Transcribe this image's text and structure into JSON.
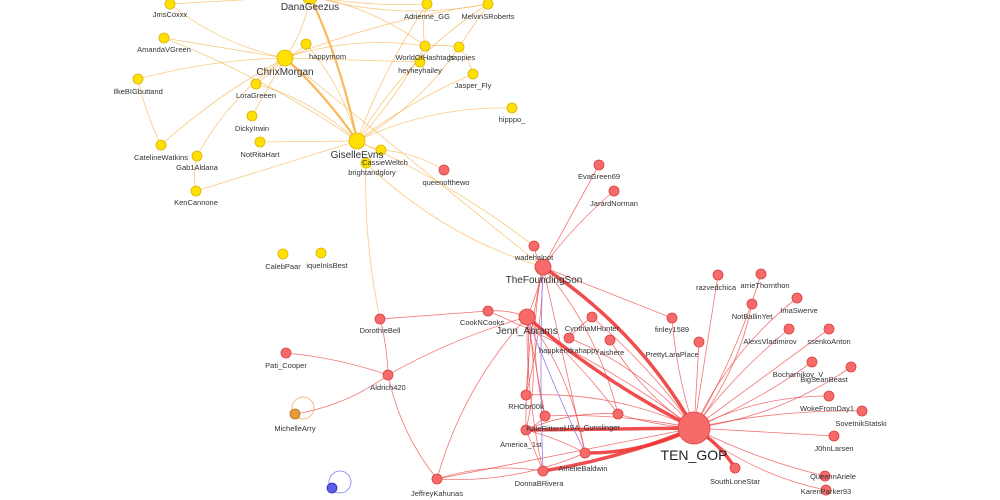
{
  "colors": {
    "yellow_fill": "#ffe000",
    "yellow_stroke": "#d9b400",
    "yellow_edge": "#f7b24a",
    "red_fill": "#f76a6a",
    "red_stroke": "#d94040",
    "red_edge": "#ee3a3a",
    "orange_fill": "#e89a3a",
    "blue_fill": "#5c5ce8",
    "purple_edge": "#9a7ae8"
  },
  "nodes": [
    {
      "id": "JmsCoxxx",
      "label": "JmsCoxxx",
      "group": "yellow",
      "size": "s"
    },
    {
      "id": "DanaGeezus",
      "label": "DanaGeezus",
      "group": "yellow",
      "size": "m"
    },
    {
      "id": "Adrienne_GG",
      "label": "Adrienne_GG",
      "group": "yellow",
      "size": "s"
    },
    {
      "id": "MelvinSRoberts",
      "label": "MelvinSRoberts",
      "group": "yellow",
      "size": "s"
    },
    {
      "id": "AmandaVGreen",
      "label": "AmandaVGreen",
      "group": "yellow",
      "size": "s"
    },
    {
      "id": "happymom",
      "label": "happymom",
      "group": "yellow",
      "size": "s"
    },
    {
      "id": "ChrixMorgan",
      "label": "ChrixMorgan",
      "group": "yellow",
      "size": "m"
    },
    {
      "id": "WorldOfHashtags",
      "label": "WorldOfHashtags",
      "group": "yellow",
      "size": "s"
    },
    {
      "id": "happies",
      "label": "happies",
      "group": "yellow",
      "size": "s"
    },
    {
      "id": "heyheyhailey",
      "label": "heyheyhailey",
      "group": "yellow",
      "size": "s"
    },
    {
      "id": "IlkeBIGbuttand",
      "label": "IlkeBIGbuttand",
      "group": "yellow",
      "size": "s"
    },
    {
      "id": "LoraGreeen",
      "label": "LoraGreeen",
      "group": "yellow",
      "size": "s"
    },
    {
      "id": "Jasper_Fly",
      "label": "Jasper_Fly",
      "group": "yellow",
      "size": "s"
    },
    {
      "id": "hippo_",
      "label": "hipppo_",
      "group": "yellow",
      "size": "s"
    },
    {
      "id": "DickyIrwin",
      "label": "DickyIrwin",
      "group": "yellow",
      "size": "s"
    },
    {
      "id": "NotRitaHart",
      "label": "NotRitaHart",
      "group": "yellow",
      "size": "s"
    },
    {
      "id": "GiselleEvns",
      "label": "GiselleEvns",
      "group": "yellow",
      "size": "m"
    },
    {
      "id": "CassieWeltch",
      "label": "CassieWeltch",
      "group": "yellow",
      "size": "s"
    },
    {
      "id": "CatelineWatkins",
      "label": "CatelineWatkins",
      "group": "yellow",
      "size": "s"
    },
    {
      "id": "Gab1Aldana",
      "label": "Gab1Aldana",
      "group": "yellow",
      "size": "s"
    },
    {
      "id": "brightandglory",
      "label": "brightandglory",
      "group": "yellow",
      "size": "s"
    },
    {
      "id": "KenCannone",
      "label": "KenCannone",
      "group": "yellow",
      "size": "s"
    },
    {
      "id": "CalebPaar",
      "label": "CalebPaar",
      "group": "yellow",
      "size": "s"
    },
    {
      "id": "iqueInIsBest",
      "label": "iqueInIsBest",
      "group": "yellow",
      "size": "s"
    },
    {
      "id": "queenofthewo",
      "label": "queenofthewo",
      "group": "red",
      "size": "s"
    },
    {
      "id": "EvaGreen69",
      "label": "EvaGreen69",
      "group": "red",
      "size": "s"
    },
    {
      "id": "JarardNorman",
      "label": "JarardNorman",
      "group": "red",
      "size": "s"
    },
    {
      "id": "wadehalnot",
      "label": "wadehalnot",
      "group": "red",
      "size": "s"
    },
    {
      "id": "TheFoundingSon",
      "label": "TheFoundingSon",
      "group": "red",
      "size": "m"
    },
    {
      "id": "razvedchica",
      "label": "razvedchica",
      "group": "red",
      "size": "s"
    },
    {
      "id": "arrieThornthon",
      "label": "arrieThornthon",
      "group": "red",
      "size": "s"
    },
    {
      "id": "NotBallinYet",
      "label": "NotBallinYet",
      "group": "red",
      "size": "s"
    },
    {
      "id": "ImaSwerve",
      "label": "ImaSwerve",
      "group": "red",
      "size": "s"
    },
    {
      "id": "DorothieBell",
      "label": "DorothieBell",
      "group": "red",
      "size": "s"
    },
    {
      "id": "CookNCooks",
      "label": "CookNCooks",
      "group": "red",
      "size": "s"
    },
    {
      "id": "Jenn_Abrams",
      "label": "Jenn_Abrams",
      "group": "red",
      "size": "m"
    },
    {
      "id": "CynthiaMHunter",
      "label": "CynthiaMHunter",
      "group": "red",
      "size": "s"
    },
    {
      "id": "finley1589",
      "label": "finley1589",
      "group": "red",
      "size": "s"
    },
    {
      "id": "AlexsVladimirov",
      "label": "AlexsVladimirov",
      "group": "red",
      "size": "s"
    },
    {
      "id": "ssenkoAnton",
      "label": "ssenkoAnton",
      "group": "red",
      "size": "s"
    },
    {
      "id": "happkendrahappy",
      "label": "happkendrahappy",
      "group": "red",
      "size": "s"
    },
    {
      "id": "aishere",
      "label": "aishere",
      "group": "red",
      "size": "s"
    },
    {
      "id": "PrettyLaraPlace",
      "label": "PrettyLaraPlace",
      "group": "red",
      "size": "s"
    },
    {
      "id": "Pati_Cooper",
      "label": "Pati_Cooper",
      "group": "red",
      "size": "s"
    },
    {
      "id": "Bocharnikov_V",
      "label": "Bocharnikov_V",
      "group": "red",
      "size": "s"
    },
    {
      "id": "BigSeanBeast",
      "label": "BigSeanBeast",
      "group": "red",
      "size": "s"
    },
    {
      "id": "Aldrich420",
      "label": "Aldrich420",
      "group": "red",
      "size": "s"
    },
    {
      "id": "MichelleArry",
      "label": "MichelleArry",
      "group": "orange",
      "size": "s"
    },
    {
      "id": "RHObr00k",
      "label": "RHObr00k",
      "group": "red",
      "size": "s"
    },
    {
      "id": "WokeFromDay1",
      "label": "WokeFromDay1",
      "group": "red",
      "size": "s"
    },
    {
      "id": "SovetnikStatski",
      "label": "SovetnikStatski",
      "group": "red",
      "size": "s"
    },
    {
      "id": "KateRitterm",
      "label": "KateRitterm",
      "group": "red",
      "size": "s"
    },
    {
      "id": "USA_Gunslinger",
      "label": "USA_Gunslinger",
      "group": "red",
      "size": "s"
    },
    {
      "id": "America_1st",
      "label": "America_1st",
      "group": "red",
      "size": "s"
    },
    {
      "id": "TEN_GOP",
      "label": "TEN_GOP",
      "group": "red",
      "size": "l"
    },
    {
      "id": "J0hnLarsen",
      "label": "J0hnLarsen",
      "group": "red",
      "size": "s"
    },
    {
      "id": "DonnaBRivera",
      "label": "DonnaBRivera",
      "group": "red",
      "size": "s"
    },
    {
      "id": "AmelieBaldwin",
      "label": "AmelieBaldwin",
      "group": "red",
      "size": "s"
    },
    {
      "id": "SouthLoneStar",
      "label": "SouthLoneStar",
      "group": "red",
      "size": "s"
    },
    {
      "id": "QueennAriele",
      "label": "QueennAriele",
      "group": "red",
      "size": "s"
    },
    {
      "id": "JeffreyKahunas",
      "label": "JeffreyKahunas",
      "group": "red",
      "size": "s"
    },
    {
      "id": "KarenParker93",
      "label": "KarenParker93",
      "group": "red",
      "size": "s"
    },
    {
      "id": "unlabeled_blue",
      "label": "",
      "group": "blue",
      "size": "s"
    }
  ],
  "edges": [
    [
      "DanaGeezus",
      "ChrixMorgan"
    ],
    [
      "DanaGeezus",
      "GiselleEvns"
    ],
    [
      "DanaGeezus",
      "JmsCoxxx"
    ],
    [
      "DanaGeezus",
      "Adrienne_GG"
    ],
    [
      "DanaGeezus",
      "MelvinSRoberts"
    ],
    [
      "DanaGeezus",
      "WorldOfHashtags"
    ],
    [
      "ChrixMorgan",
      "GiselleEvns"
    ],
    [
      "ChrixMorgan",
      "AmandaVGreen"
    ],
    [
      "ChrixMorgan",
      "IlkeBIGbuttand"
    ],
    [
      "ChrixMorgan",
      "happymom"
    ],
    [
      "ChrixMorgan",
      "WorldOfHashtags"
    ],
    [
      "ChrixMorgan",
      "LoraGreeen"
    ],
    [
      "ChrixMorgan",
      "DickyIrwin"
    ],
    [
      "ChrixMorgan",
      "CatelineWatkins"
    ],
    [
      "ChrixMorgan",
      "Gab1Aldana"
    ],
    [
      "ChrixMorgan",
      "JmsCoxxx"
    ],
    [
      "ChrixMorgan",
      "MelvinSRoberts"
    ],
    [
      "ChrixMorgan",
      "heyheyhailey"
    ],
    [
      "GiselleEvns",
      "WorldOfHashtags"
    ],
    [
      "GiselleEvns",
      "happies"
    ],
    [
      "GiselleEvns",
      "MelvinSRoberts"
    ],
    [
      "GiselleEvns",
      "Adrienne_GG"
    ],
    [
      "GiselleEvns",
      "NotRitaHart"
    ],
    [
      "GiselleEvns",
      "CassieWeltch"
    ],
    [
      "GiselleEvns",
      "LoraGreeen"
    ],
    [
      "GiselleEvns",
      "hippo_"
    ],
    [
      "GiselleEvns",
      "Jasper_Fly"
    ],
    [
      "GiselleEvns",
      "KenCannone"
    ],
    [
      "GiselleEvns",
      "AmandaVGreen"
    ],
    [
      "GiselleEvns",
      "happymom"
    ],
    [
      "WorldOfHashtags",
      "Adrienne_GG"
    ],
    [
      "WorldOfHashtags",
      "happies"
    ],
    [
      "MelvinSRoberts",
      "happies"
    ],
    [
      "IlkeBIGbuttand",
      "CatelineWatkins"
    ],
    [
      "Gab1Aldana",
      "KenCannone"
    ],
    [
      "happies",
      "Jasper_Fly"
    ],
    [
      "GiselleEvns",
      "wadehalnot"
    ],
    [
      "ChrixMorgan",
      "TheFoundingSon"
    ],
    [
      "brightandglory",
      "DorothieBell"
    ],
    [
      "brightandglory",
      "TheFoundingSon"
    ],
    [
      "CassieWeltch",
      "queenofthewo"
    ],
    [
      "DorothieBell",
      "Aldrich420"
    ],
    [
      "DorothieBell",
      "CookNCooks"
    ],
    [
      "Aldrich420",
      "Pati_Cooper"
    ],
    [
      "Aldrich420",
      "JeffreyKahunas"
    ],
    [
      "Aldrich420",
      "MichelleArry"
    ],
    [
      "Aldrich420",
      "Jenn_Abrams"
    ],
    [
      "EvaGreen69",
      "TheFoundingSon"
    ],
    [
      "JarardNorman",
      "TheFoundingSon"
    ],
    [
      "wadehalnot",
      "TheFoundingSon"
    ],
    [
      "TheFoundingSon",
      "TEN_GOP"
    ],
    [
      "TheFoundingSon",
      "Jenn_Abrams"
    ],
    [
      "TheFoundingSon",
      "finley1589"
    ],
    [
      "TheFoundingSon",
      "America_1st"
    ],
    [
      "TheFoundingSon",
      "KateRitterm"
    ],
    [
      "TheFoundingSon",
      "USA_Gunslinger"
    ],
    [
      "TheFoundingSon",
      "RHObr00k"
    ],
    [
      "TheFoundingSon",
      "AmelieBaldwin"
    ],
    [
      "Jenn_Abrams",
      "TEN_GOP"
    ],
    [
      "Jenn_Abrams",
      "CookNCooks"
    ],
    [
      "Jenn_Abrams",
      "America_1st"
    ],
    [
      "Jenn_Abrams",
      "RHObr00k"
    ],
    [
      "Jenn_Abrams",
      "KateRitterm"
    ],
    [
      "Jenn_Abrams",
      "DonnaBRivera"
    ],
    [
      "Jenn_Abrams",
      "JeffreyKahunas"
    ],
    [
      "Jenn_Abrams",
      "AmelieBaldwin"
    ],
    [
      "Jenn_Abrams",
      "USA_Gunslinger"
    ],
    [
      "TEN_GOP",
      "razvedchica"
    ],
    [
      "TEN_GOP",
      "arrieThornthon"
    ],
    [
      "TEN_GOP",
      "NotBallinYet"
    ],
    [
      "TEN_GOP",
      "ImaSwerve"
    ],
    [
      "TEN_GOP",
      "AlexsVladimirov"
    ],
    [
      "TEN_GOP",
      "ssenkoAnton"
    ],
    [
      "TEN_GOP",
      "Bocharnikov_V"
    ],
    [
      "TEN_GOP",
      "BigSeanBeast"
    ],
    [
      "TEN_GOP",
      "WokeFromDay1"
    ],
    [
      "TEN_GOP",
      "SovetnikStatski"
    ],
    [
      "TEN_GOP",
      "J0hnLarsen"
    ],
    [
      "TEN_GOP",
      "QueennAriele"
    ],
    [
      "TEN_GOP",
      "KarenParker93"
    ],
    [
      "TEN_GOP",
      "SouthLoneStar"
    ],
    [
      "TEN_GOP",
      "finley1589"
    ],
    [
      "TEN_GOP",
      "PrettyLaraPlace"
    ],
    [
      "TEN_GOP",
      "CynthiaMHunter"
    ],
    [
      "TEN_GOP",
      "happkendrahappy"
    ],
    [
      "TEN_GOP",
      "aishere"
    ],
    [
      "TEN_GOP",
      "USA_Gunslinger"
    ],
    [
      "TEN_GOP",
      "America_1st"
    ],
    [
      "TEN_GOP",
      "KateRitterm"
    ],
    [
      "TEN_GOP",
      "RHObr00k"
    ],
    [
      "TEN_GOP",
      "AmelieBaldwin"
    ],
    [
      "TEN_GOP",
      "DonnaBRivera"
    ],
    [
      "TEN_GOP",
      "JeffreyKahunas"
    ],
    [
      "TEN_GOP",
      "CookNCooks"
    ],
    [
      "America_1st",
      "KateRitterm"
    ],
    [
      "America_1st",
      "USA_Gunslinger"
    ],
    [
      "America_1st",
      "AmelieBaldwin"
    ],
    [
      "America_1st",
      "DonnaBRivera"
    ],
    [
      "CynthiaMHunter",
      "happkendrahappy"
    ],
    [
      "JeffreyKahunas",
      "AmelieBaldwin"
    ],
    [
      "JeffreyKahunas",
      "DonnaBRivera"
    ]
  ],
  "purple_edges": [
    [
      "TheFoundingSon",
      "DonnaBRivera"
    ],
    [
      "Jenn_Abrams",
      "AmelieBaldwin"
    ]
  ],
  "thick_edges": [
    [
      "TEN_GOP",
      "SouthLoneStar"
    ],
    [
      "TEN_GOP",
      "AmelieBaldwin"
    ],
    [
      "TEN_GOP",
      "DonnaBRivera"
    ],
    [
      "TEN_GOP",
      "America_1st"
    ],
    [
      "TheFoundingSon",
      "TEN_GOP"
    ],
    [
      "Jenn_Abrams",
      "TEN_GOP"
    ],
    [
      "DanaGeezus",
      "GiselleEvns"
    ],
    [
      "ChrixMorgan",
      "GiselleEvns"
    ]
  ],
  "self_loops": [
    "MichelleArry",
    "unlabeled_blue"
  ]
}
